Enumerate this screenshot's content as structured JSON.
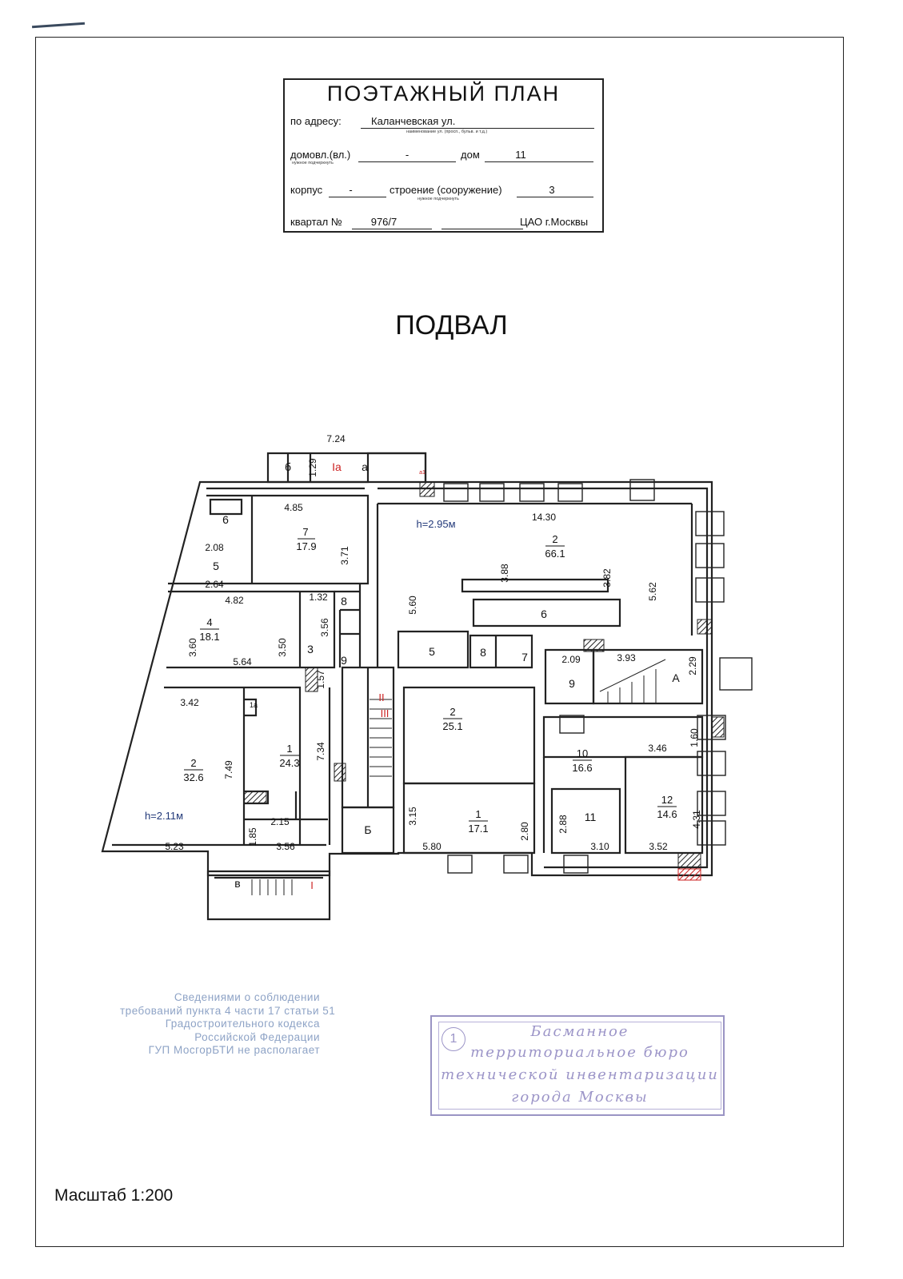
{
  "header": {
    "title": "ПОЭТАЖНЫЙ ПЛАН",
    "address_label": "по адресу:",
    "address_value": "Каланчевская ул.",
    "address_hint": "наименование ул. (просп., бульв. и т.д.)",
    "domovl_label": "домовл.(вл.)",
    "domovl_hint": "нужное подчеркнуть",
    "domovl_value": "-",
    "dom_label": "дом",
    "dom_value": "11",
    "korpus_label": "корпус",
    "korpus_value": "-",
    "stroenie_label": "строение (сооружение)",
    "stroenie_hint": "нужное подчеркнуть",
    "stroenie_value": "3",
    "kvartal_label": "квартал №",
    "kvartal_value": "976/7",
    "district_value": "ЦАО г.Москвы"
  },
  "floor_title": "ПОДВАЛ",
  "plan": {
    "heights": [
      "h=2.95м",
      "h=2.11м"
    ],
    "dimensions": [
      "7.24",
      "1.29",
      "4.85",
      "3.71",
      "2.08",
      "2.64",
      "4.82",
      "1.32",
      "3.56",
      "3.60",
      "5.64",
      "3.50",
      "1.57",
      "3.42",
      "7.49",
      "5.23",
      "7.34",
      "2.15",
      "1.85",
      "3.56",
      "14.30",
      "3.88",
      "3.82",
      "5.60",
      "5.62",
      "2.09",
      "3.93",
      "2.29",
      "3.15",
      "5.80",
      "2.80",
      "1.60",
      "3.46",
      "2.88",
      "3.10",
      "3.52",
      "4.31"
    ],
    "room_labels": [
      "б",
      "Ia",
      "а",
      "а1",
      "6",
      "5",
      "3",
      "8",
      "9",
      "1а",
      "Б",
      "в",
      "I",
      "II",
      "III",
      "6",
      "5",
      "8",
      "7",
      "9",
      "А",
      "11"
    ],
    "rooms_with_area": [
      {
        "num": "7",
        "area": "17.9"
      },
      {
        "num": "4",
        "area": "18.1"
      },
      {
        "num": "2",
        "area": "32.6"
      },
      {
        "num": "1",
        "area": "24.3"
      },
      {
        "num": "2",
        "area": "66.1"
      },
      {
        "num": "2",
        "area": "25.1"
      },
      {
        "num": "1",
        "area": "17.1"
      },
      {
        "num": "10",
        "area": "16.6"
      },
      {
        "num": "12",
        "area": "14.6"
      }
    ]
  },
  "notes": {
    "lines": [
      "Сведениями о соблюдении",
      "требований пункта 4 части 17 статьи 51",
      "Градостроительного кодекса",
      "Российской Федерации",
      "ГУП МосгорБТИ не располагает"
    ],
    "color": "#8ea3c6"
  },
  "bti_stamp": {
    "number": "1",
    "lines": [
      "Басманное",
      "территориальное бюро",
      "технической инвентаризации",
      "города Москвы"
    ],
    "color": "#9c95c8"
  },
  "scale": "Масштаб 1:200"
}
